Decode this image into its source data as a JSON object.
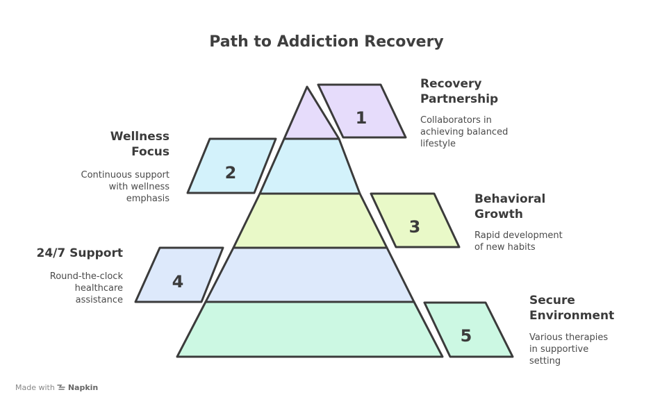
{
  "title": "Path to Addiction Recovery",
  "colors": {
    "level1": "#e6dcfb",
    "level2": "#d3f2fb",
    "level3": "#e9f9c8",
    "level4": "#dde9fb",
    "level5": "#ccf8e3",
    "stroke": "#3b3b3b"
  },
  "steps": [
    {
      "number": "1",
      "title": "Recovery Partnership",
      "title_line1": "Recovery",
      "title_line2": "Partnership",
      "description_lines": [
        "Collaborators in",
        "achieving balanced",
        "lifestyle"
      ]
    },
    {
      "number": "2",
      "title": "Wellness Focus",
      "title_line1": "Wellness",
      "title_line2": "Focus",
      "description_lines": [
        "Continuous support",
        "with wellness",
        "emphasis"
      ]
    },
    {
      "number": "3",
      "title": "Behavioral Growth",
      "title_line1": "Behavioral",
      "title_line2": "Growth",
      "description_lines": [
        "Rapid development",
        "of new habits"
      ]
    },
    {
      "number": "4",
      "title": "24/7 Support",
      "title_line1": "24/7 Support",
      "title_line2": "",
      "description_lines": [
        "Round-the-clock",
        "healthcare",
        "assistance"
      ]
    },
    {
      "number": "5",
      "title": "Secure Environment",
      "title_line1": "Secure",
      "title_line2": "Environment",
      "description_lines": [
        "Various therapies",
        "in supportive",
        "setting"
      ]
    }
  ],
  "footer": {
    "made_with": "Made with",
    "brand": "Napkin",
    "brand_icon": "napkin-logo-icon"
  }
}
